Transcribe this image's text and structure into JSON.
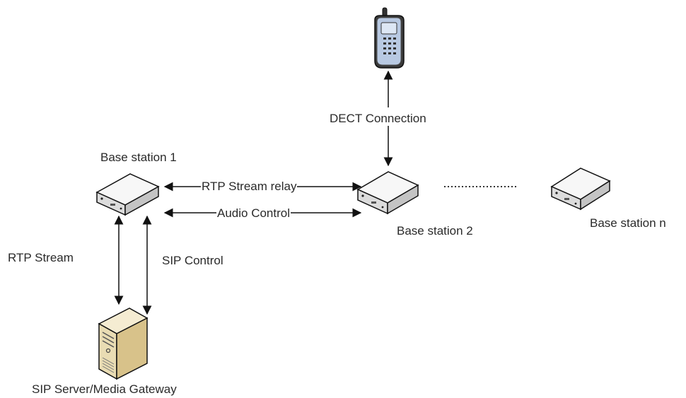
{
  "nodes": {
    "phone": {
      "icon": "mobile-phone-icon"
    },
    "base1": {
      "label": "Base station 1",
      "icon": "base-station-icon"
    },
    "base2": {
      "label": "Base station 2",
      "icon": "base-station-icon"
    },
    "basen": {
      "label": "Base station n",
      "icon": "base-station-icon"
    },
    "server": {
      "label": "SIP Server/Media Gateway",
      "icon": "server-tower-icon"
    }
  },
  "connections": {
    "dect": "DECT Connection",
    "rtp_relay": "RTP Stream relay",
    "audio_control": "Audio Control",
    "rtp_stream": "RTP Stream",
    "sip_control": "SIP Control"
  },
  "colors": {
    "line": "#111111",
    "device_top": "#f6f6f6",
    "device_side": "#d4d4d4",
    "server_body": "#efe2bd",
    "phone_body": "#b8c9e2"
  }
}
